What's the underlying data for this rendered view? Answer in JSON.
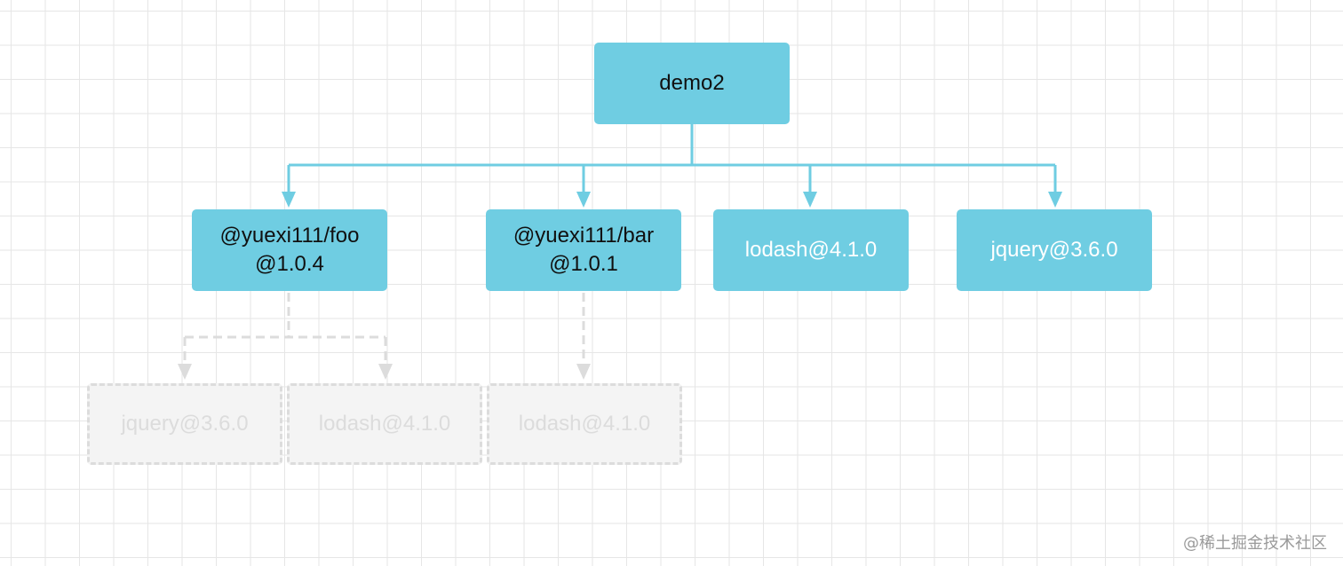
{
  "root": {
    "label": "demo2"
  },
  "dependencies": [
    {
      "line1": "@yuexi111/foo",
      "line2": "@1.0.4"
    },
    {
      "line1": "@yuexi111/bar",
      "line2": "@1.0.1"
    },
    {
      "label": "lodash@4.1.0"
    },
    {
      "label": "jquery@3.6.0"
    }
  ],
  "nested_dependencies": [
    {
      "label": "jquery@3.6.0",
      "parent": "@yuexi111/foo"
    },
    {
      "label": "lodash@4.1.0",
      "parent": "@yuexi111/foo"
    },
    {
      "label": "lodash@4.1.0",
      "parent": "@yuexi111/bar"
    }
  ],
  "watermark": "@稀土掘金技术社区",
  "colors": {
    "node_fill": "#6fcde2",
    "edge": "#6fcde2",
    "ghost_fill": "#f4f4f4",
    "ghost_border": "#dcdcdc"
  }
}
